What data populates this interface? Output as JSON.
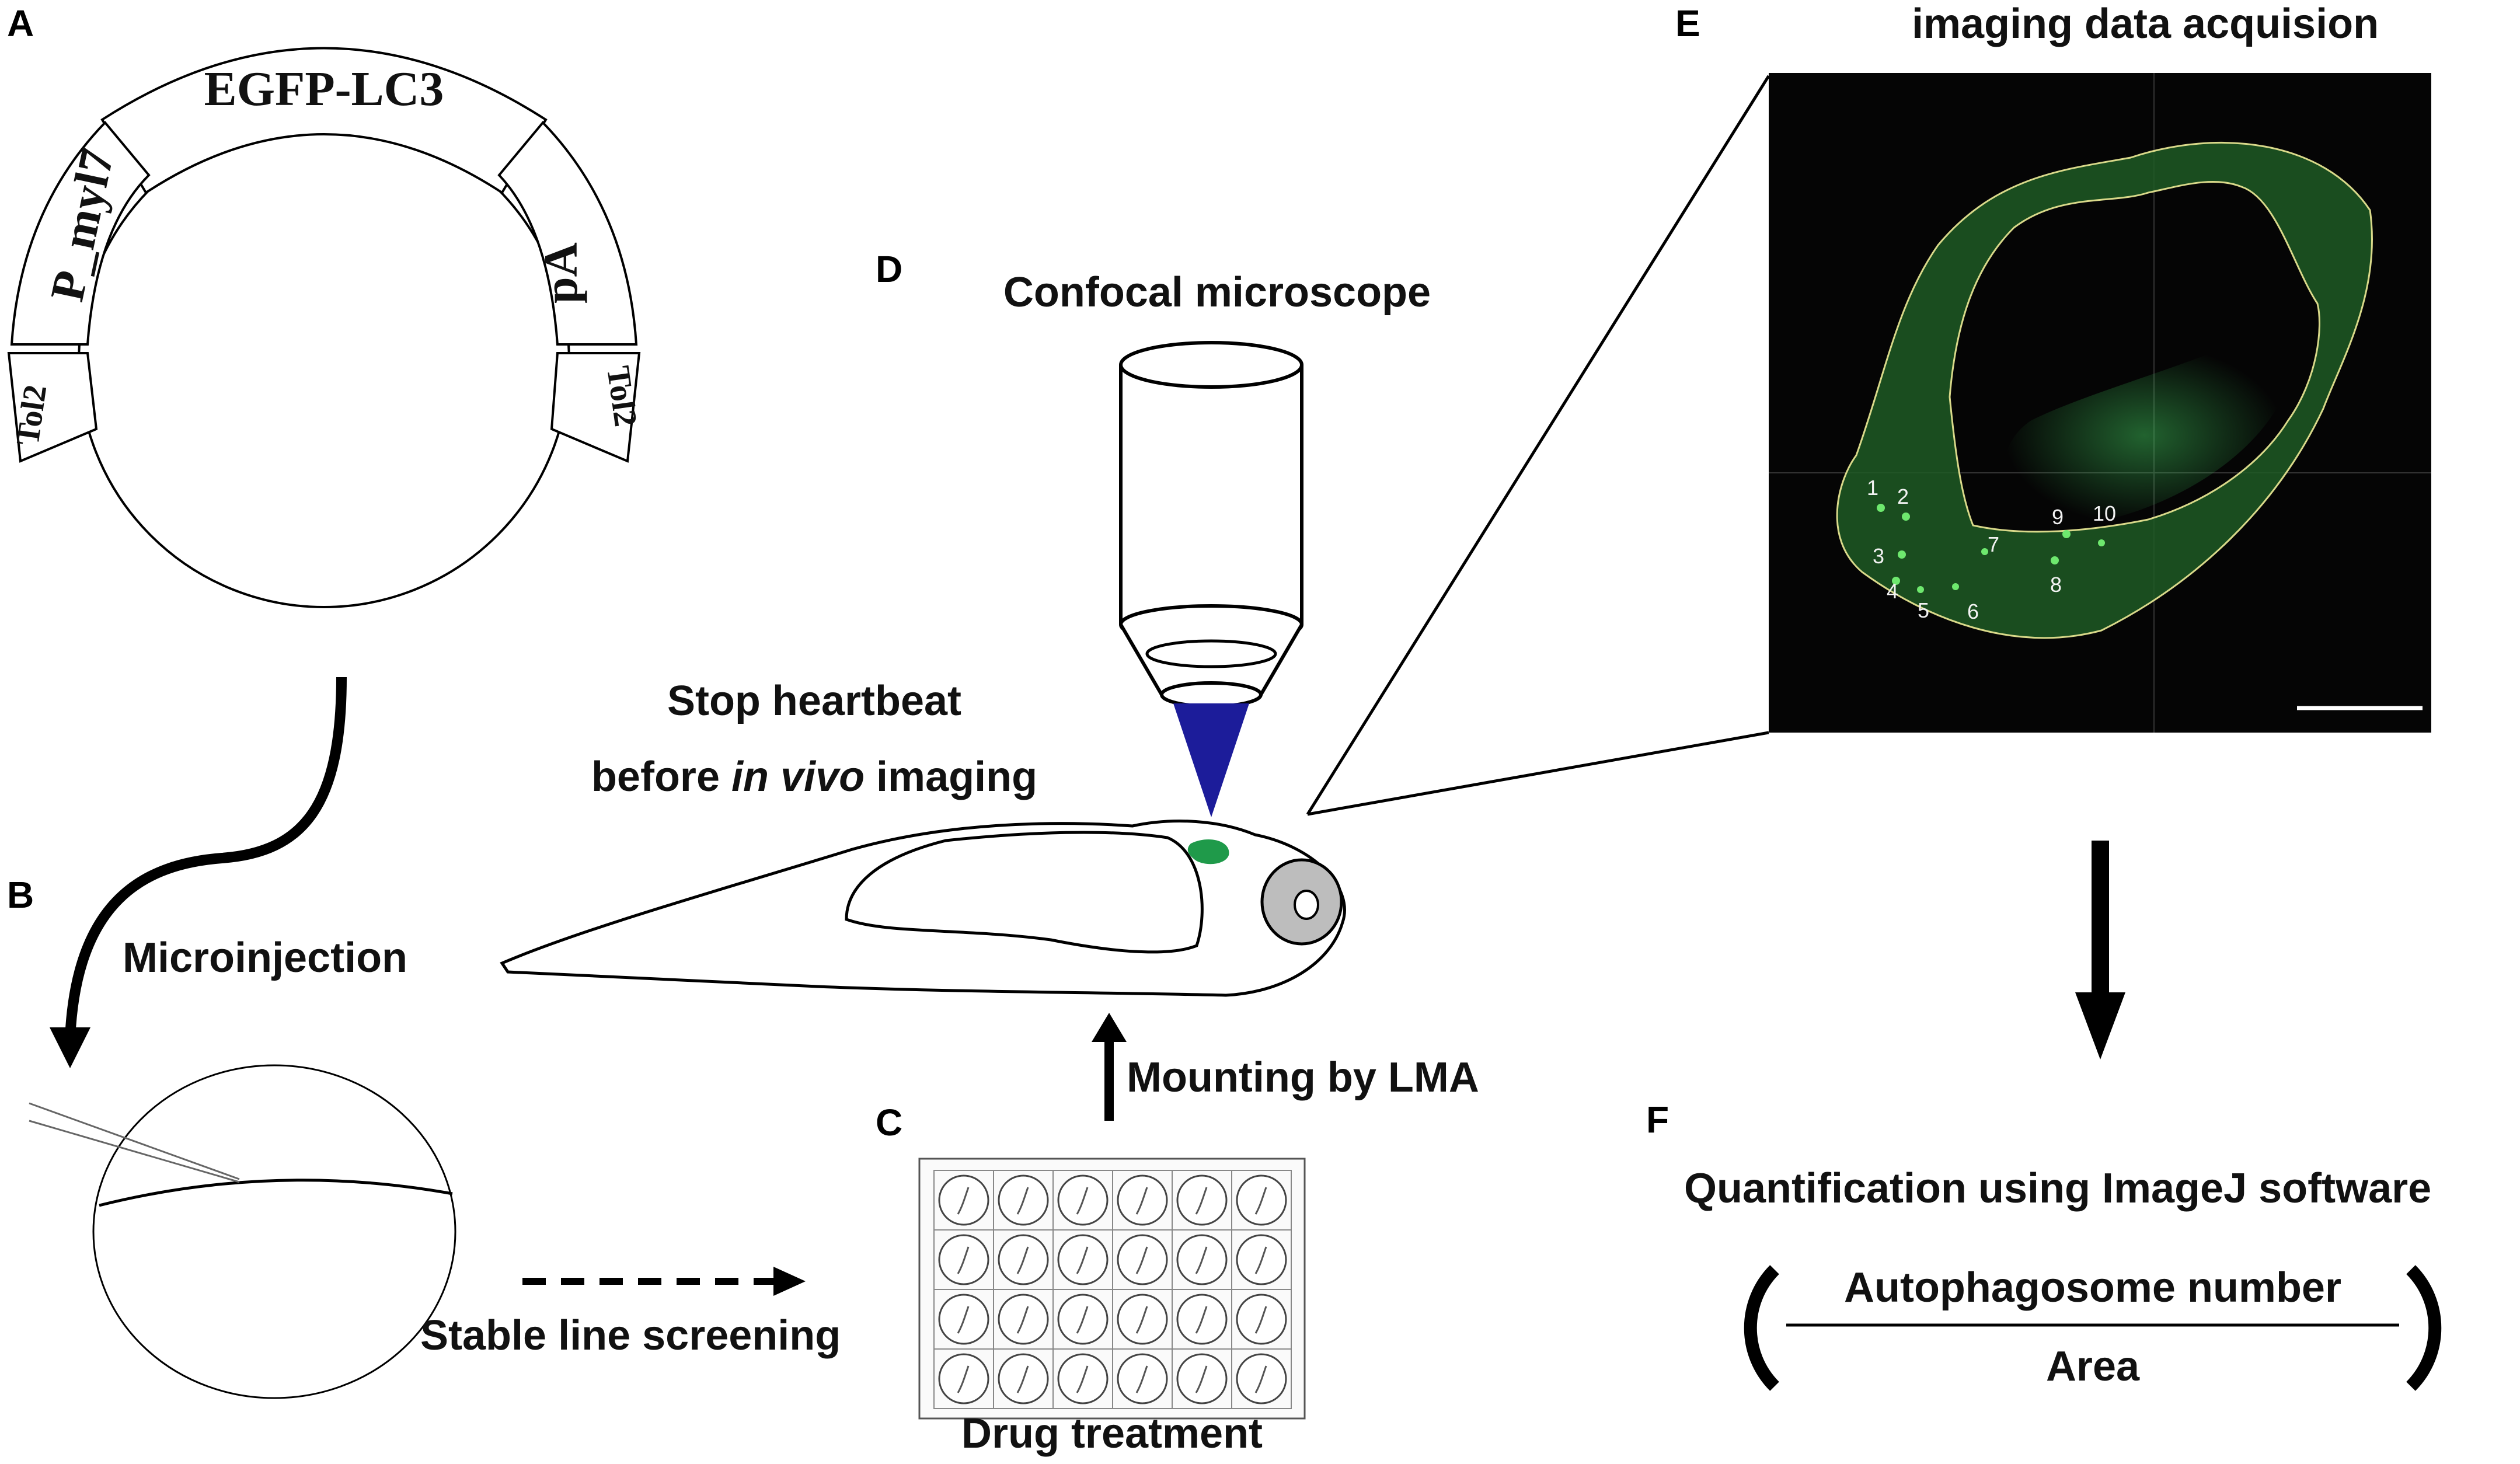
{
  "panels": {
    "a": "A",
    "b": "B",
    "c": "C",
    "d": "D",
    "e": "E",
    "f": "F"
  },
  "plasmid": {
    "insert": "EGFP-LC3",
    "promoter": "P_myl7",
    "polya": "pA",
    "tol2_left": "Tol2",
    "tol2_right": "Tol2",
    "insert_color": "#1a9a3c"
  },
  "steps": {
    "microinjection": "Microinjection",
    "stable_line": "Stable line screening",
    "drug_treatment": "Drug treatment",
    "mounting": "Mounting by LMA",
    "confocal": "Confocal microscope",
    "stop_heartbeat": "Stop heartbeat",
    "before_prefix": "before ",
    "in_vivo": "in vivo",
    "imaging_suffix": " imaging",
    "imaging_data": "imaging data acquision",
    "quantification": "Quantification using ImageJ software",
    "numerator": "Autophagosome number",
    "denominator": "Area"
  },
  "micrograph": {
    "puncta_labels": [
      "1",
      "2",
      "3",
      "4",
      "5",
      "6",
      "7",
      "8",
      "9",
      "10"
    ],
    "signal_color": "#2fa84a",
    "outline_color": "#d9d98a"
  },
  "colors": {
    "objective_cone": "#1c1c9a",
    "heart": "#1f9a4a",
    "eye": "#bdbdbd"
  }
}
